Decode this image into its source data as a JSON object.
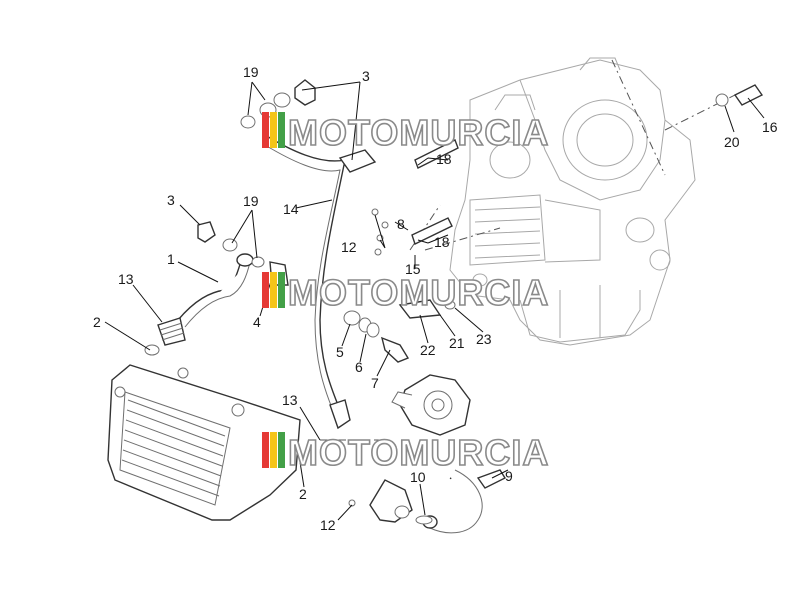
{
  "watermark": {
    "text": "MOTOMURCIA",
    "colors": {
      "red": "#e53935",
      "yellow": "#f5c518",
      "green": "#43a047",
      "outline": "#8a8a8a"
    }
  },
  "callouts": {
    "c19a": "19",
    "c3a": "3",
    "c20": "20",
    "c16": "16",
    "c3b": "3",
    "c19b": "19",
    "c18a": "18",
    "c14": "14",
    "c8": "8",
    "c12a": "12",
    "c18b": "18",
    "c15": "15",
    "c1": "1",
    "c13a": "13",
    "c4": "4",
    "c2a": "2",
    "c5": "5",
    "c6": "6",
    "c22": "22",
    "c21": "21",
    "c23": "23",
    "c7": "7",
    "c13b": "13",
    "c2b": "2",
    "c10": "10",
    "c9": "9",
    "c12b": "12"
  }
}
